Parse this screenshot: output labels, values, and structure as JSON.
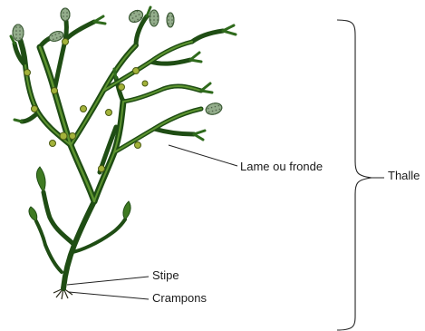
{
  "labels": {
    "lame": "Lame ou fronde",
    "thalle": "Thalle",
    "stipe": "Stipe",
    "crampons": "Crampons"
  },
  "colors": {
    "frond_dark": "#1f4d14",
    "frond_mid": "#3f7a22",
    "frond_light": "#6ea33a",
    "float": "#a3b23a",
    "tip": "#8fa98a",
    "line": "#222222"
  }
}
